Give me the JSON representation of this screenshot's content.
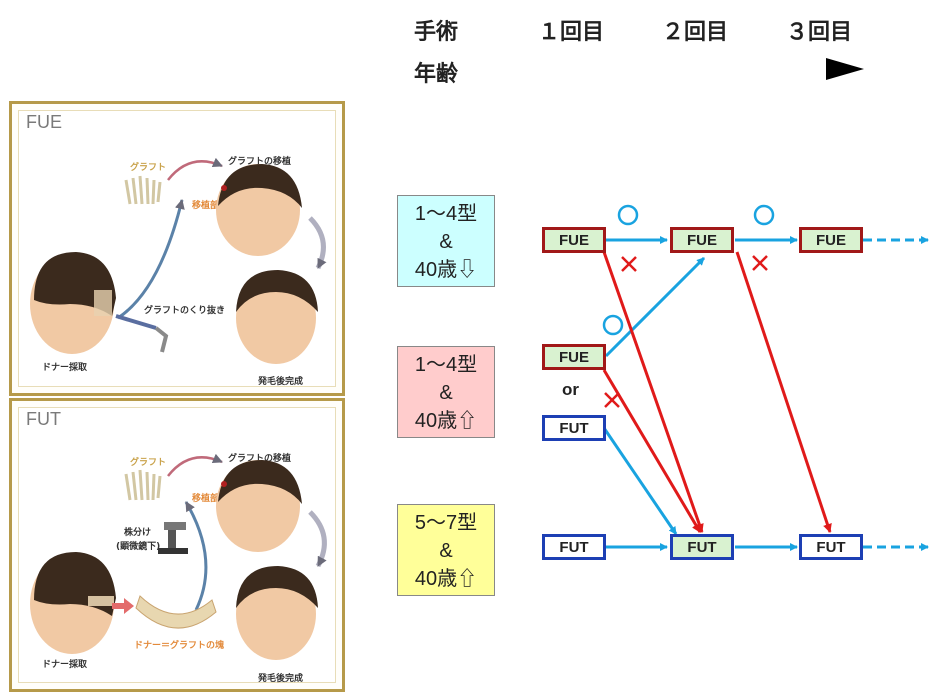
{
  "header": {
    "procedure": "手術",
    "age": "年齢",
    "rounds": [
      "１回目",
      "２回目",
      "３回目"
    ]
  },
  "fue_panel": {
    "title": "FUE",
    "graft": "グラフト",
    "transplant": "グラフトの移植",
    "recipient": "移植部",
    "extraction": "グラフトのくり抜き",
    "donor": "ドナー採取",
    "done": "発毛後完成"
  },
  "fut_panel": {
    "title": "FUT",
    "graft": "グラフト",
    "transplant": "グラフトの移植",
    "recipient": "移植部",
    "split": "株分け",
    "microscope": "(顕微鏡下)",
    "strip": "ドナー＝グラフトの塊",
    "donor": "ドナー採取",
    "done": "発毛後完成"
  },
  "conditions": [
    {
      "line1": "1～4型",
      "line2": "&",
      "line3": "40歳⇩",
      "color": "#ccffff"
    },
    {
      "line1": "1～4型",
      "line2": "&",
      "line3": "40歳⇧",
      "color": "#ffcccc"
    },
    {
      "line1": "5～7型",
      "line2": "&",
      "line3": "40歳⇧",
      "color": "#ffff99"
    }
  ],
  "nodes": {
    "r1_fue_a": "FUE",
    "r2_fue": "FUE",
    "r3_fue": "FUE",
    "r1_fue_b": "FUE",
    "or": "or",
    "r1_fut_b": "FUT",
    "r1_fut_c": "FUT",
    "r2_fut": "FUT",
    "r3_fut": "FUT"
  },
  "colors": {
    "ok_arrow": "#19a3e0",
    "ng_arrow": "#e01a1a",
    "fue_border": "#a11818",
    "fut_border": "#1d3fb4",
    "node_fill": "#d9f2d0",
    "panel_border": "#b69a4a"
  }
}
